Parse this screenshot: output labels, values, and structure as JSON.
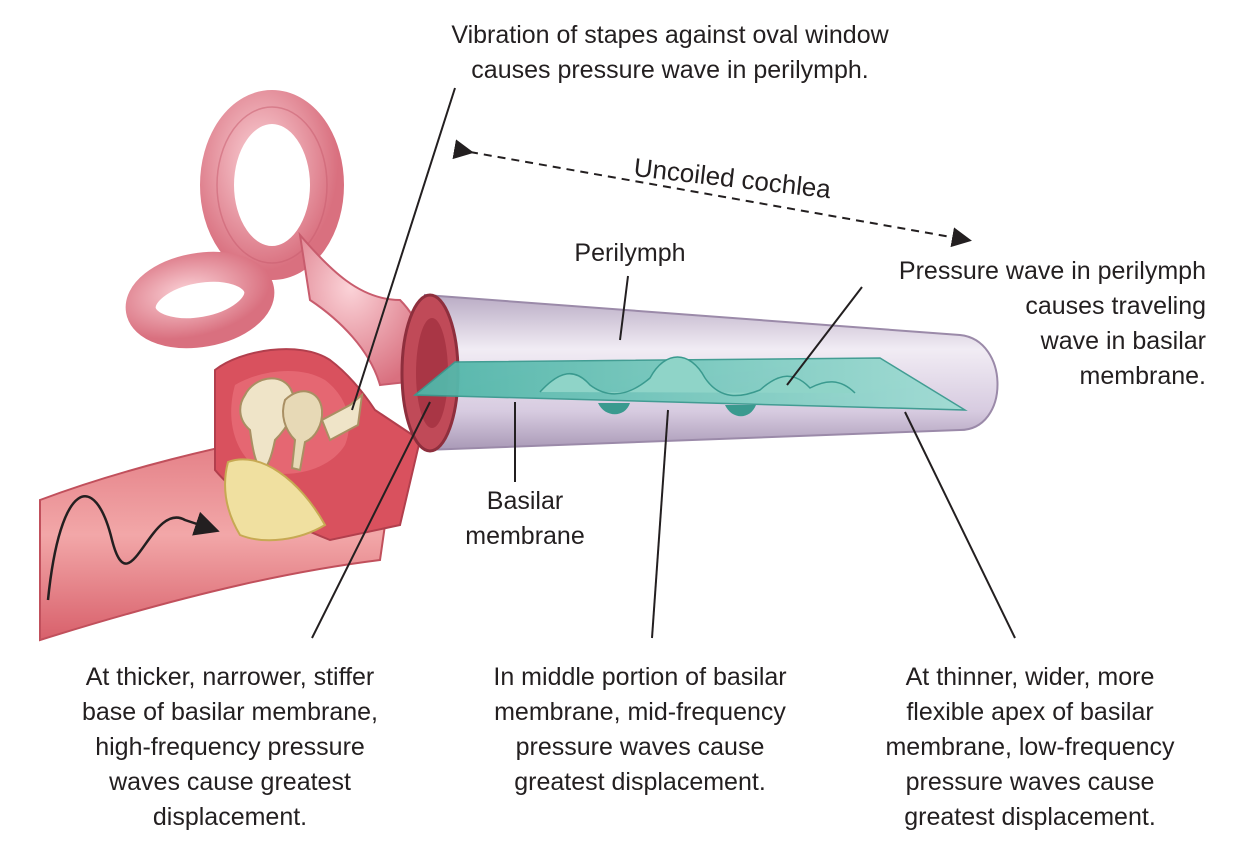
{
  "labels": {
    "stapes": "Vibration of stapes against oval window\ncauses pressure wave in perilymph.",
    "uncoiled": "Uncoiled cochlea",
    "perilymph": "Perilymph",
    "pressure_wave": "Pressure wave in perilymph\ncauses traveling\nwave in basilar\nmembrane.",
    "basilar": "Basilar\nmembrane",
    "base": "At thicker, narrower, stiffer\nbase of basilar membrane,\nhigh-frequency pressure\nwaves cause greatest\ndisplacement.",
    "middle": "In middle portion of basilar\nmembrane, mid-frequency\npressure waves cause\ngreatest displacement.",
    "apex": "At thinner, wider, more\nflexible apex of basilar\nmembrane, low-frequency\npressure waves cause\ngreatest displacement."
  },
  "colors": {
    "tissue_pink": "#e8879a",
    "tissue_dark": "#c94f5f",
    "bone": "#efe4c8",
    "cochlea_tube": "#d8cde0",
    "membrane": "#6cc4b8",
    "leader_line": "#231f20"
  }
}
